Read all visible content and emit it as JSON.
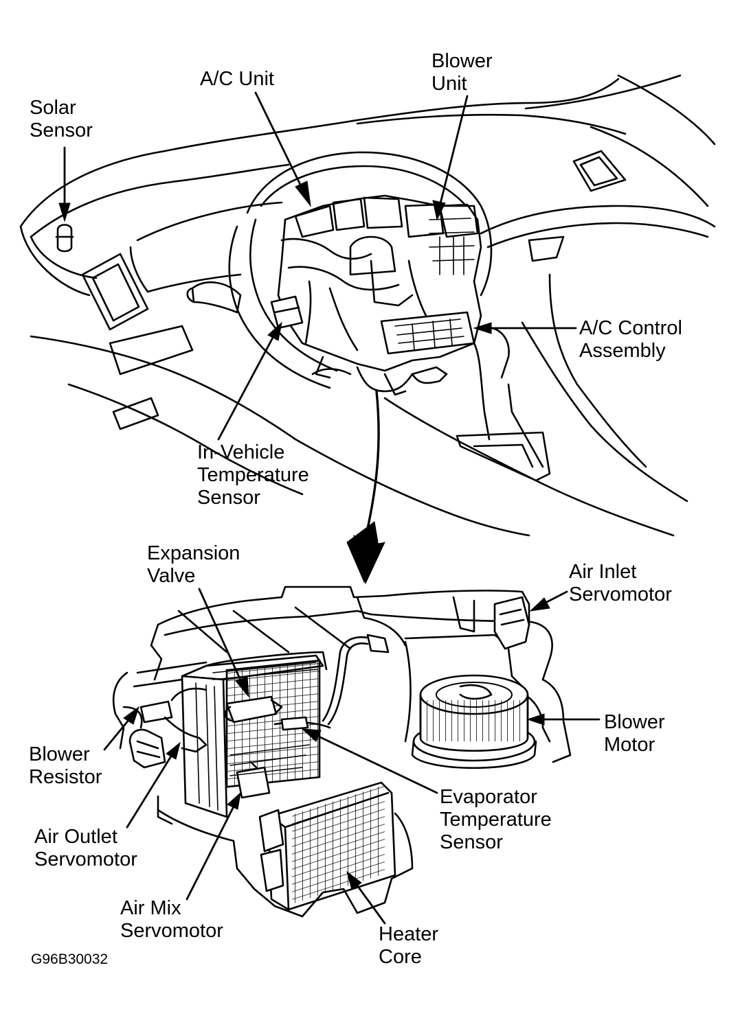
{
  "colors": {
    "ink": "#000000",
    "paper": "#ffffff"
  },
  "labels": {
    "solar_sensor": [
      "Solar",
      "Sensor"
    ],
    "ac_unit": [
      "A/C Unit"
    ],
    "blower_unit": [
      "Blower",
      "Unit"
    ],
    "ac_control_assembly": [
      "A/C Control",
      "Assembly"
    ],
    "in_vehicle_temp_sensor": [
      "In-Vehicle",
      "Temperature",
      "Sensor"
    ],
    "expansion_valve": [
      "Expansion",
      "Valve"
    ],
    "air_inlet_servomotor": [
      "Air Inlet",
      "Servomotor"
    ],
    "blower_motor": [
      "Blower",
      "Motor"
    ],
    "blower_resistor": [
      "Blower",
      "Resistor"
    ],
    "evaporator_temp_sensor": [
      "Evaporator",
      "Temperature",
      "Sensor"
    ],
    "air_outlet_servomotor": [
      "Air Outlet",
      "Servomotor"
    ],
    "air_mix_servomotor": [
      "Air Mix",
      "Servomotor"
    ],
    "heater_core": [
      "Heater",
      "Core"
    ]
  },
  "figure_code": "G96B30032"
}
